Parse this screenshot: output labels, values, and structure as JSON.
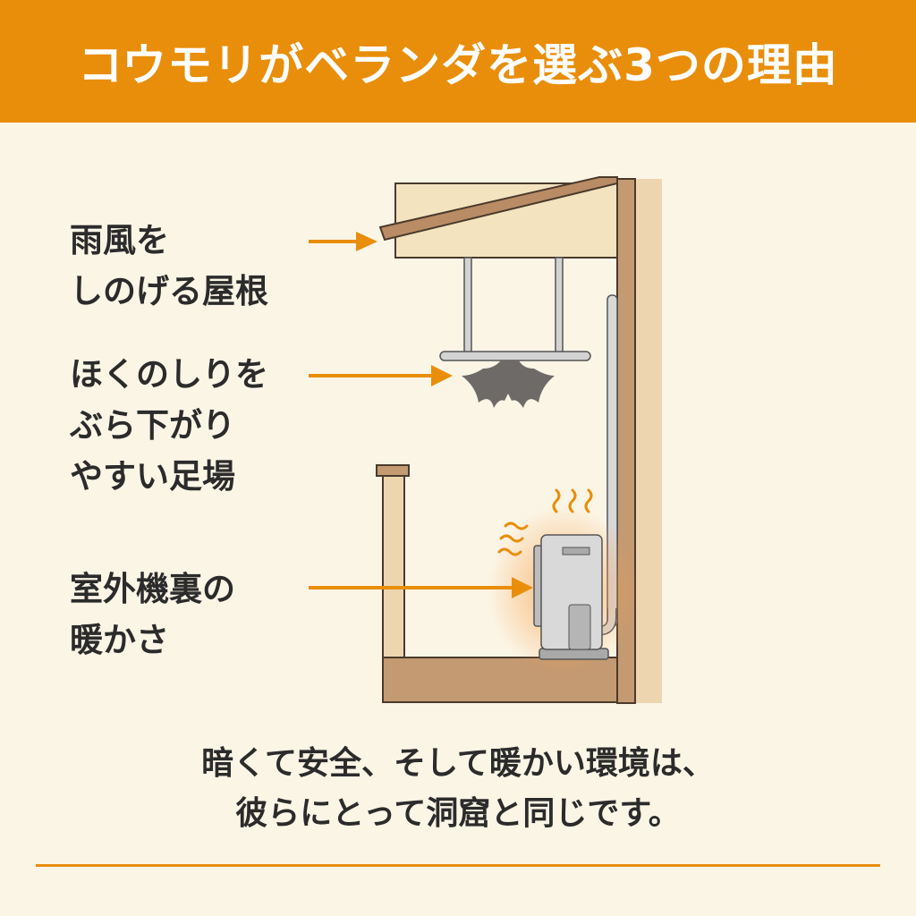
{
  "header": {
    "title": "コウモリがベランダを選ぶ3つの理由"
  },
  "reasons": [
    {
      "label": "雨風を\nしのげる屋根"
    },
    {
      "label": "ほくのしりを\nぶら下がり\nやすい足場"
    },
    {
      "label": "室外機裏の\n暖かさ"
    }
  ],
  "caption": {
    "line1": "暗くて安全、そして暖かい環境は、",
    "line2": "彼らにとって洞窟と同じです。"
  },
  "colors": {
    "accent": "#E98E0A",
    "background": "#FBF5E6",
    "wood": "#C49A72",
    "bat": "#6E6A67"
  }
}
